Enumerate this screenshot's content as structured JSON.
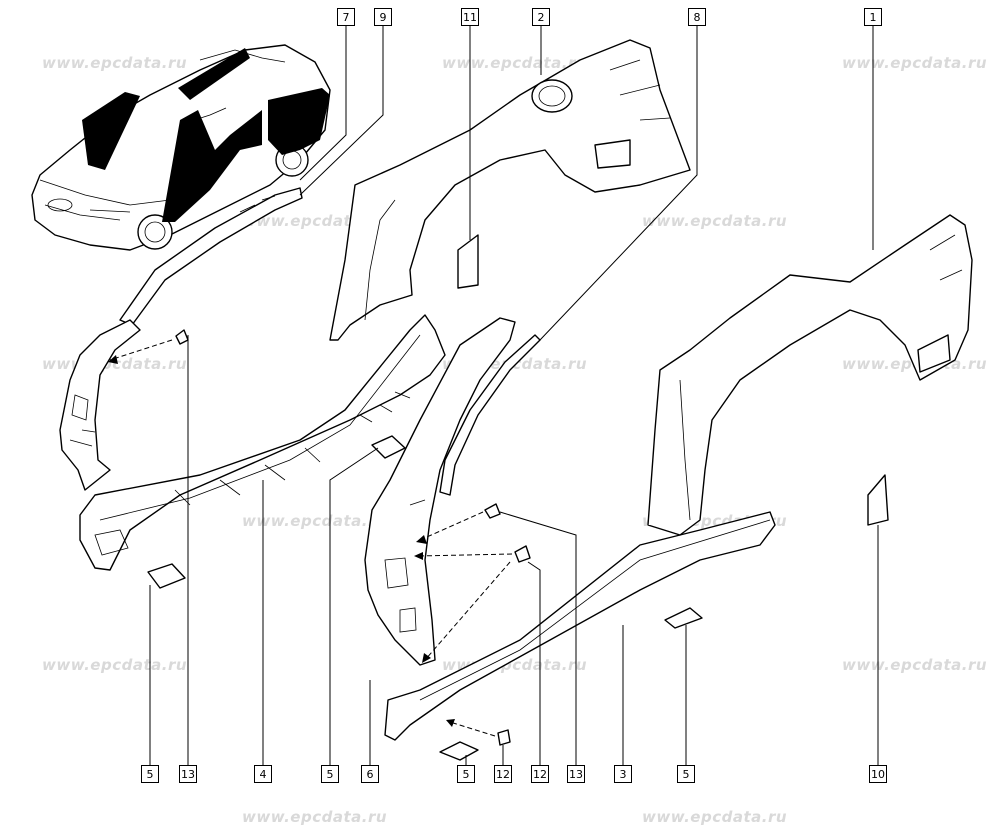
{
  "watermark": {
    "text": "www.epcdata.ru",
    "color": "#d9d9d9"
  },
  "callouts": [
    {
      "label": "7",
      "id": "7"
    },
    {
      "label": "9",
      "id": "9"
    },
    {
      "label": "11",
      "id": "11"
    },
    {
      "label": "2",
      "id": "2"
    },
    {
      "label": "8",
      "id": "8"
    },
    {
      "label": "1",
      "id": "1"
    },
    {
      "label": "5",
      "id": "5a"
    },
    {
      "label": "13",
      "id": "13a"
    },
    {
      "label": "4",
      "id": "4"
    },
    {
      "label": "5",
      "id": "5b"
    },
    {
      "label": "6",
      "id": "6"
    },
    {
      "label": "5",
      "id": "5c"
    },
    {
      "label": "12",
      "id": "12a"
    },
    {
      "label": "12",
      "id": "12b"
    },
    {
      "label": "13",
      "id": "13b"
    },
    {
      "label": "3",
      "id": "3"
    },
    {
      "label": "5",
      "id": "5d"
    },
    {
      "label": "10",
      "id": "10"
    }
  ]
}
